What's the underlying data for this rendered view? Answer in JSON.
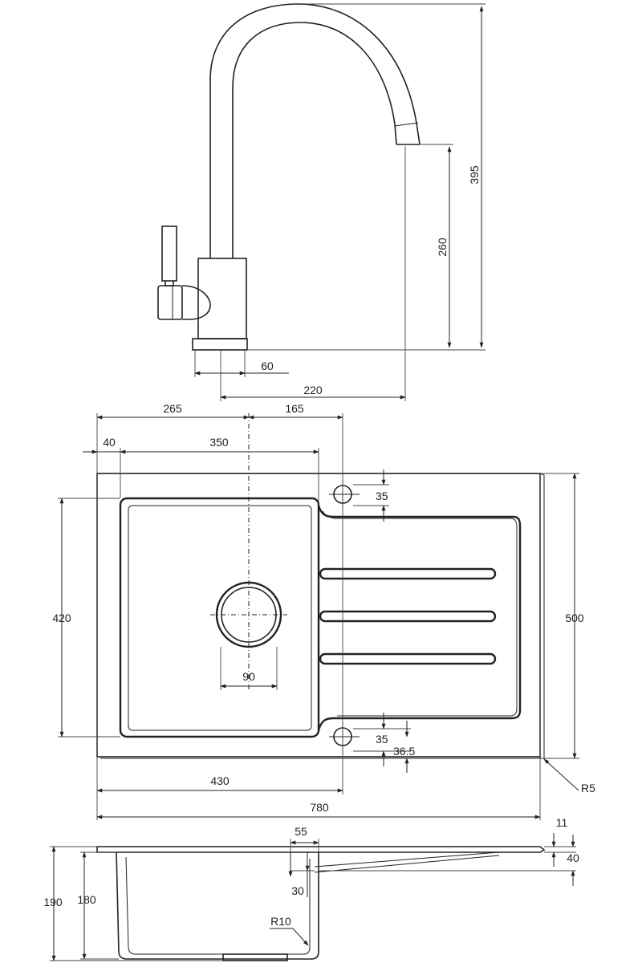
{
  "faucet_view": {
    "dimensions": {
      "total_height": "395",
      "spout_height": "260",
      "base_diameter": "60",
      "spout_reach": "220"
    }
  },
  "plan_view": {
    "dimensions": {
      "tap_hole_to_bowl_center": "265",
      "tap_hole_offset": "165",
      "edge_to_bowl": "40",
      "bowl_width": "350",
      "tap_hole_from_top": "35",
      "bowl_length": "420",
      "overall_depth": "500",
      "drain_diameter": "90",
      "tap_hole_from_bottom": "35",
      "bottom_edge_offset": "36.5",
      "corner_radius": "R5",
      "tap_hole_to_edge": "430",
      "overall_width": "780"
    }
  },
  "section_view": {
    "dimensions": {
      "drain_offset": "55",
      "rim_thickness": "11",
      "drainer_depth": "40",
      "step_depth": "30",
      "total_depth": "190",
      "bowl_depth": "180",
      "inner_radius": "R10"
    }
  }
}
